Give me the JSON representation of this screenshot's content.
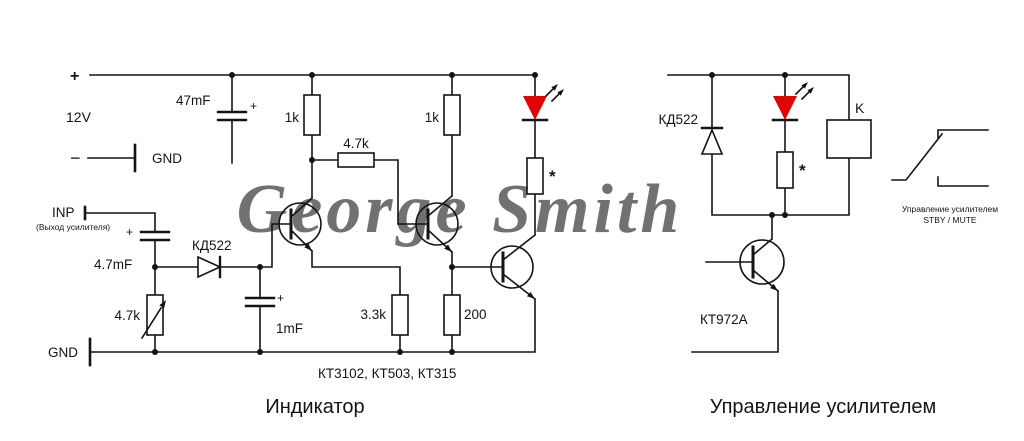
{
  "watermark": {
    "text": "George Smith"
  },
  "colors": {
    "led_red": "#e00505",
    "title_blue": "#1717d8",
    "watermark_blue": "#b7bfef",
    "terminal_red": "#d40000"
  },
  "indicator": {
    "title": "Индикатор",
    "supply_plus": "+",
    "supply_minus": "−",
    "supply_voltage": "12V",
    "gnd_top_label": "GND",
    "gnd_bottom_label": "GND",
    "input_label": "INP",
    "input_sublabel": "(Выход усилителя)",
    "c1_label": "47mF",
    "c1_polarity": "+",
    "c2_label": "4.7mF",
    "c2_polarity": "+",
    "c3_label": "1mF",
    "c3_polarity": "+",
    "r1_label": "1k",
    "r2_label": "4.7k",
    "r3_label": "1k",
    "pot_label": "4.7k",
    "r4_label": "3.3k",
    "r5_label": "200",
    "r_led_label": "*",
    "d1_label": "КД522",
    "transistor_types": "КТ3102, КТ503, КТ315"
  },
  "control": {
    "title": "Управление усилителем",
    "d1_label": "КД522",
    "relay_label": "K",
    "r_led_label": "*",
    "q1_label": "КТ972А",
    "contacts_caption_line1": "Управление усилителем",
    "contacts_caption_line2": "STBY / MUTE"
  }
}
